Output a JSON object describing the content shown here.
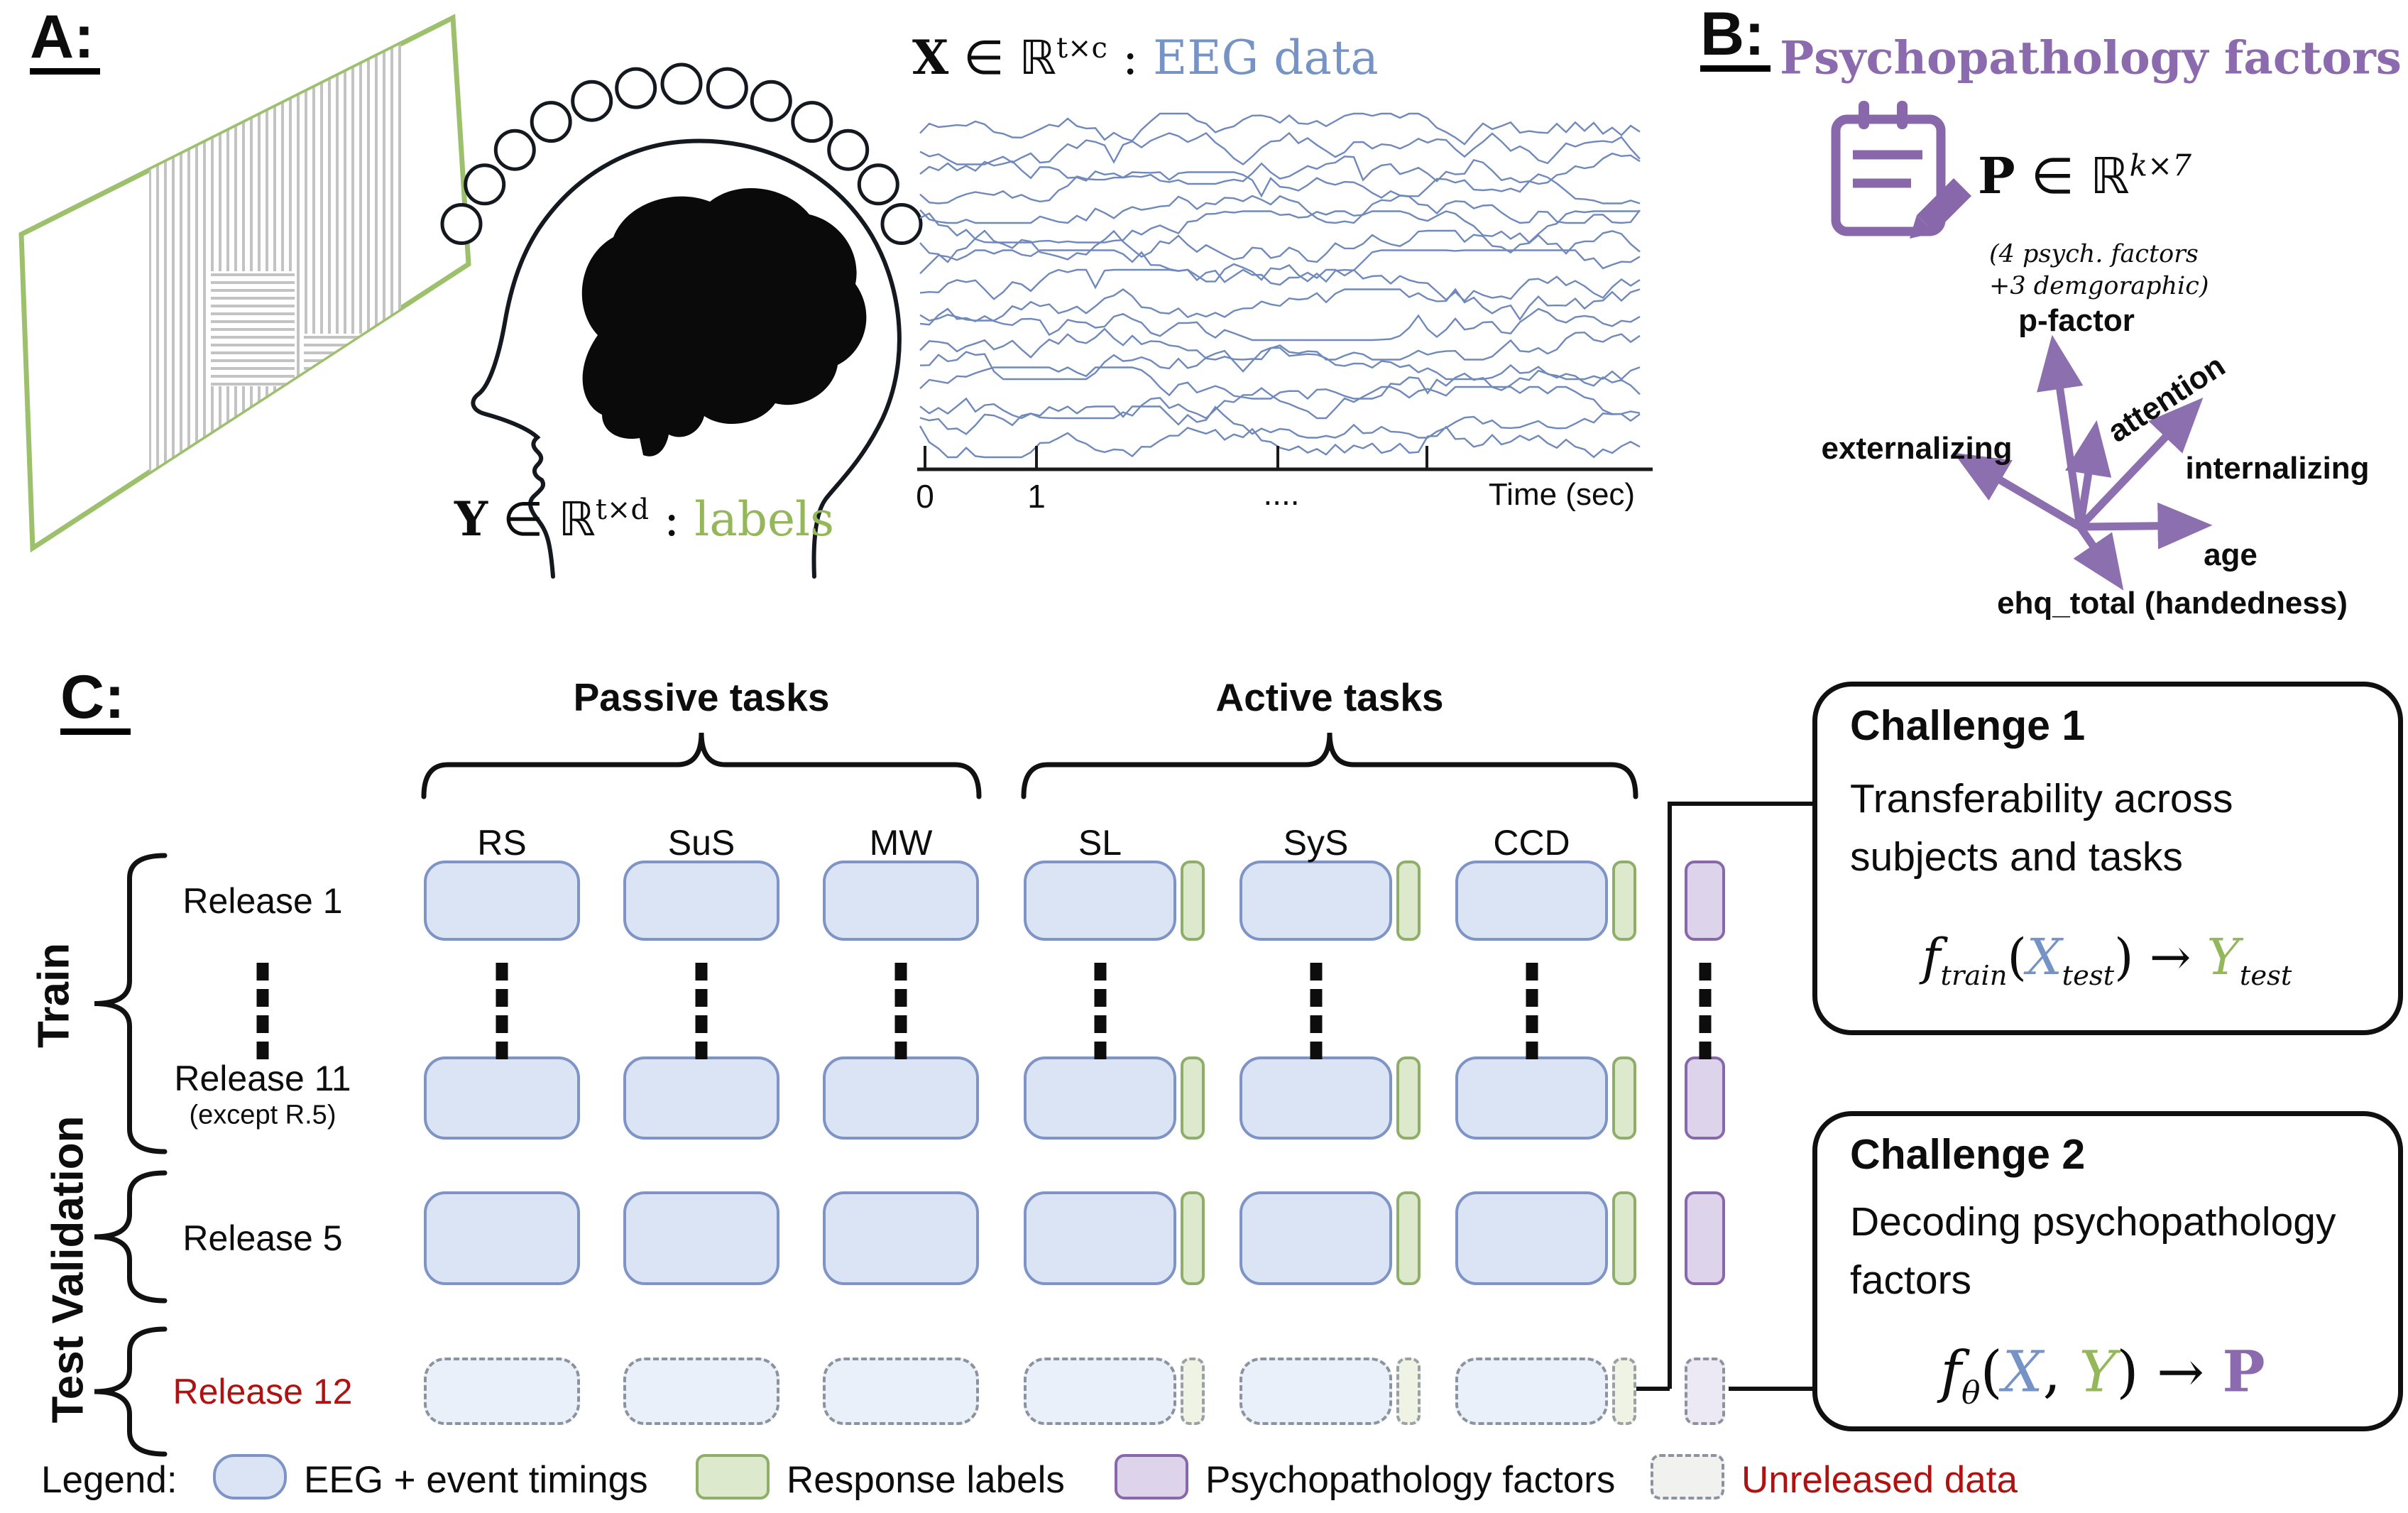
{
  "panel_a": {
    "label": "A:",
    "y_formula": {
      "var": "Y",
      "in_set": "∈ ℝ",
      "sup": "t×d",
      "colon": ":",
      "value": "labels"
    },
    "x_formula": {
      "var": "X",
      "in_set": "∈ ℝ",
      "sup": "t×c",
      "colon": ":",
      "value": "EEG data"
    },
    "time_axis": {
      "tick0": "0",
      "tick1": "1",
      "dots": "....",
      "label": "Time (sec)"
    }
  },
  "panel_b": {
    "label": "B:",
    "title": "Psychopathology factors",
    "p_formula": {
      "var": "P",
      "in_set": "∈ ℝ",
      "sup": "k×7"
    },
    "note_line1": "(4 psych. factors",
    "note_line2": "+3 demgoraphic)",
    "factors": {
      "p_factor": "p-factor",
      "attention": "attention",
      "internalizing": "internalizing",
      "externalizing": "externalizing",
      "age": "age",
      "ehq": "ehq_total (handedness)"
    }
  },
  "panel_c": {
    "label": "C:",
    "passive_header": "Passive tasks",
    "active_header": "Active tasks",
    "columns": [
      {
        "label": "RS",
        "type": "passive"
      },
      {
        "label": "SuS",
        "type": "passive"
      },
      {
        "label": "MW",
        "type": "passive"
      },
      {
        "label": "SL",
        "type": "active"
      },
      {
        "label": "SyS",
        "type": "active"
      },
      {
        "label": "CCD",
        "type": "active"
      }
    ],
    "rows": [
      {
        "label": "Release 1",
        "sublabel": "",
        "released": true
      },
      {
        "label": "Release 11",
        "sublabel": "(except R.5)",
        "released": true
      },
      {
        "label": "Release 5",
        "sublabel": "",
        "released": true
      },
      {
        "label": "Release 12",
        "sublabel": "",
        "released": false
      }
    ],
    "train_label": "Train",
    "test_validation_label": "Test Validation"
  },
  "challenge1": {
    "title": "Challenge 1",
    "line1": "Transferability across",
    "line2": "subjects and tasks",
    "formula": {
      "f": "f",
      "fsub": "train",
      "open": "(",
      "x": "X",
      "xsub": "test",
      "close": ")",
      "arrow": "→",
      "y": "Y",
      "ysub": "test"
    }
  },
  "challenge2": {
    "title": "Challenge 2",
    "line1": "Decoding psychopathology",
    "line2": "factors",
    "formula": {
      "f": "f",
      "fsub": "θ",
      "open": "(",
      "x": "X",
      "comma": ",",
      "y": "Y",
      "close": ")",
      "arrow": "→",
      "p": "P"
    }
  },
  "legend": {
    "label": "Legend:",
    "items": [
      {
        "key": "eeg",
        "label": "EEG + event timings"
      },
      {
        "key": "response",
        "label": "Response labels"
      },
      {
        "key": "psych",
        "label": "Psychopathology factors"
      },
      {
        "key": "unreleased",
        "label": "Unreleased data"
      }
    ]
  },
  "colors": {
    "blue_fill": "#dbe4f5",
    "blue_border": "#7f94c6",
    "green_fill": "#dde9cc",
    "green_border": "#8fae69",
    "purple_fill": "#ddd3ea",
    "purple_border": "#8868ab",
    "eeg_trace": "#7089bb",
    "accent_purple": "#8b6bae",
    "label_green": "#94b75a",
    "label_blue": "#7693c6",
    "alert_red": "#b01212",
    "frame_green": "#9dc06c"
  }
}
